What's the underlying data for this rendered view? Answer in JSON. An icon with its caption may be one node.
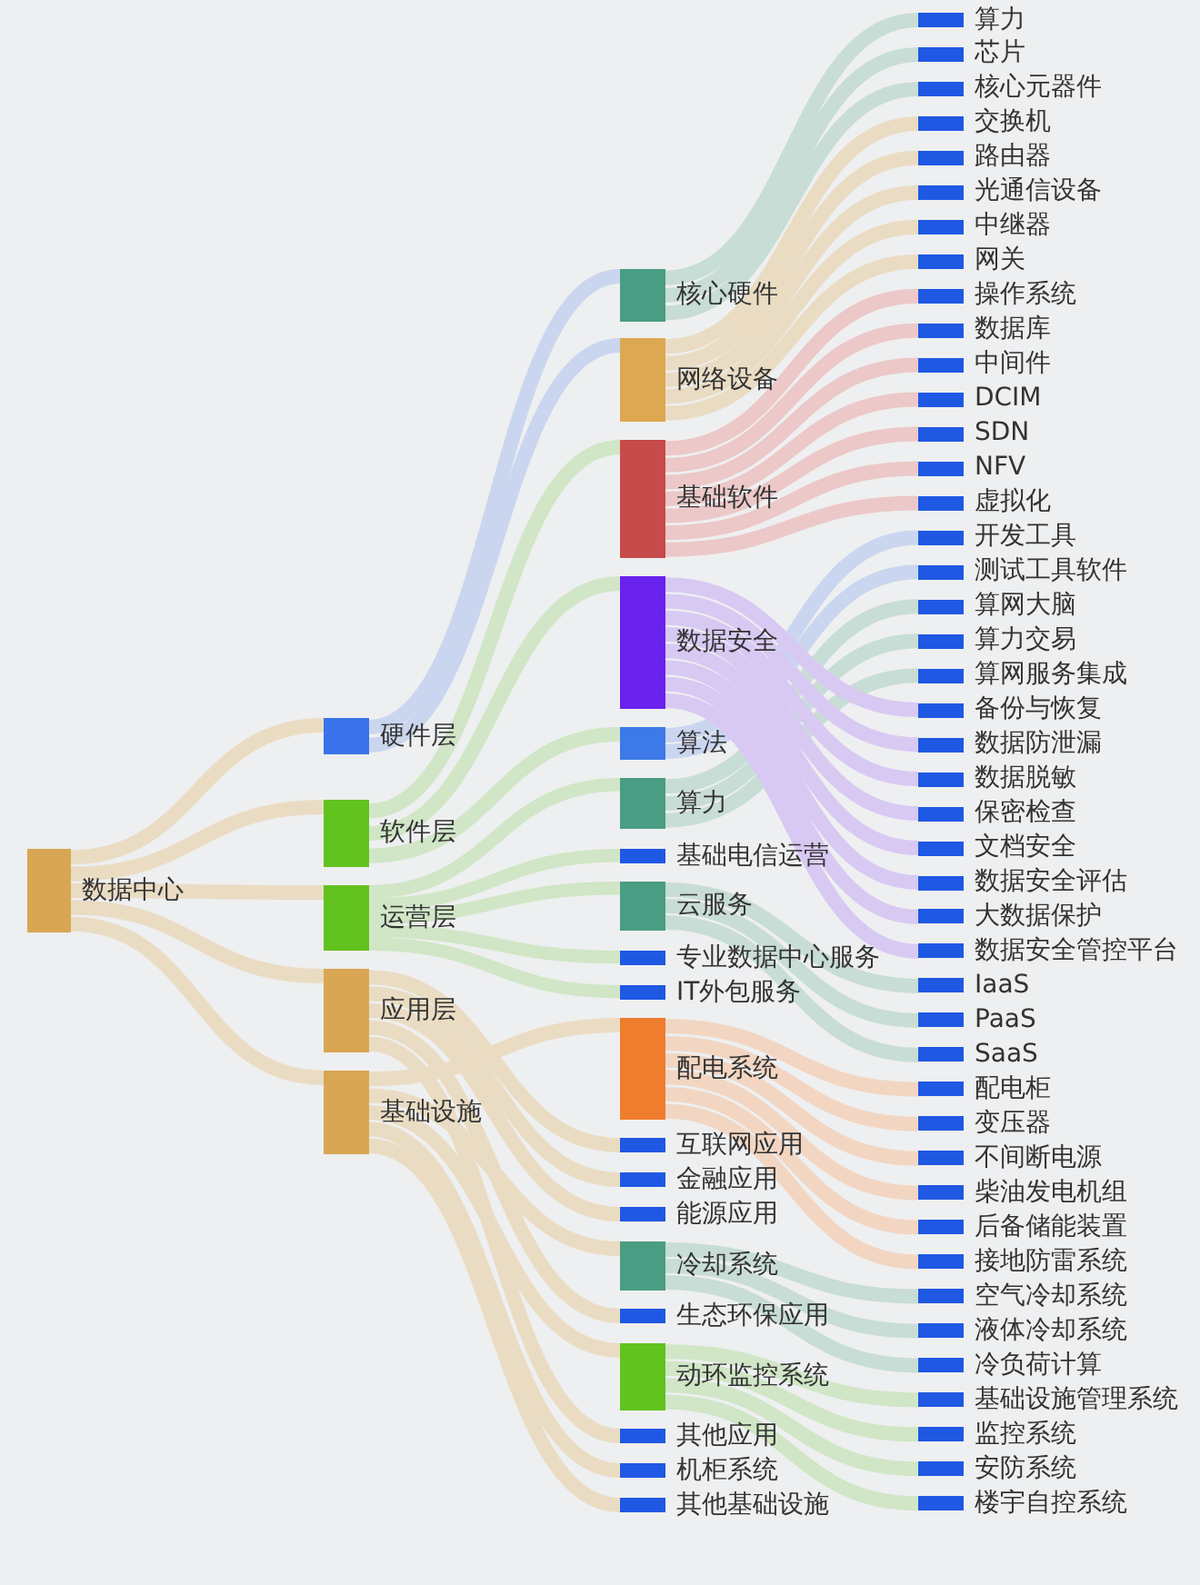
{
  "diagram": {
    "nodes": [
      {
        "text": [
          "数据中心"
        ]
      },
      {
        "text": [
          "硬件层"
        ]
      },
      {
        "text": [
          "软件层"
        ]
      },
      {
        "text": [
          "运营层"
        ]
      },
      {
        "text": [
          "应用层"
        ]
      },
      {
        "text": [
          "基础设施"
        ]
      },
      {
        "text": [
          "核心硬件"
        ]
      },
      {
        "text": [
          "网络设备"
        ]
      },
      {
        "text": [
          "基础软件"
        ]
      },
      {
        "text": [
          "数据安全"
        ]
      },
      {
        "text": [
          "算法"
        ]
      },
      {
        "text": [
          "算力"
        ]
      },
      {
        "text": [
          "基础电信运营"
        ]
      },
      {
        "text": [
          "云服务"
        ]
      },
      {
        "text": [
          "专业数据中心服务"
        ]
      },
      {
        "text": [
          "IT外包服务"
        ]
      },
      {
        "text": [
          "配电系统"
        ]
      },
      {
        "text": [
          "互联网应用"
        ]
      },
      {
        "text": [
          "金融应用"
        ]
      },
      {
        "text": [
          "能源应用"
        ]
      },
      {
        "text": [
          "冷却系统"
        ]
      },
      {
        "text": [
          "生态环保应用"
        ]
      },
      {
        "text": [
          "动环监控系统"
        ]
      },
      {
        "text": [
          "其他应用"
        ]
      },
      {
        "text": [
          "机柜系统"
        ]
      },
      {
        "text": [
          "其他基础设施"
        ]
      },
      {
        "text": [
          "算力"
        ]
      },
      {
        "text": [
          "芯片"
        ]
      },
      {
        "text": [
          "核心元器件"
        ]
      },
      {
        "text": [
          "交换机"
        ]
      },
      {
        "text": [
          "路由器"
        ]
      },
      {
        "text": [
          "光通信设备"
        ]
      },
      {
        "text": [
          "中继器"
        ]
      },
      {
        "text": [
          "网关"
        ]
      },
      {
        "text": [
          "操作系统"
        ]
      },
      {
        "text": [
          "数据库"
        ]
      },
      {
        "text": [
          "中间件"
        ]
      },
      {
        "text": [
          "DCIM"
        ]
      },
      {
        "text": [
          "SDN"
        ]
      },
      {
        "text": [
          "NFV"
        ]
      },
      {
        "text": [
          "虚拟化"
        ]
      },
      {
        "text": [
          "开发工具"
        ]
      },
      {
        "text": [
          "测试工具软件"
        ]
      },
      {
        "text": [
          "算网大脑"
        ]
      },
      {
        "text": [
          "算力交易"
        ]
      },
      {
        "text": [
          "算网服务集成"
        ]
      },
      {
        "text": [
          "备份与恢复"
        ]
      },
      {
        "text": [
          "数据防泄漏"
        ]
      },
      {
        "text": [
          "数据脱敏"
        ]
      },
      {
        "text": [
          "保密检查"
        ]
      },
      {
        "text": [
          "文档安全"
        ]
      },
      {
        "text": [
          "数据安全评估"
        ]
      },
      {
        "text": [
          "大数据保护"
        ]
      },
      {
        "text": [
          "数据安全管控平台"
        ]
      },
      {
        "text": [
          "IaaS"
        ]
      },
      {
        "text": [
          "PaaS"
        ]
      },
      {
        "text": [
          "SaaS"
        ]
      },
      {
        "text": [
          "配电柜"
        ]
      },
      {
        "text": [
          "变压器"
        ]
      },
      {
        "text": [
          "不间断电源"
        ]
      },
      {
        "text": [
          "柴油发电机组"
        ]
      },
      {
        "text": [
          "后备储能装置"
        ]
      },
      {
        "text": [
          "接地防雷系统"
        ]
      },
      {
        "text": [
          "空气冷却系统"
        ]
      },
      {
        "text": [
          "液体冷却系统"
        ]
      },
      {
        "text": [
          "冷负荷计算"
        ]
      },
      {
        "text": [
          "基础设施管理系统"
        ]
      },
      {
        "text": [
          "监控系统"
        ]
      },
      {
        "text": [
          "安防系统"
        ]
      },
      {
        "text": [
          "楼宇自控系统"
        ]
      }
    ],
    "edges": [
      {
        "from": 0,
        "to": 1,
        "arrow": "none"
      },
      {
        "from": 0,
        "to": 2,
        "arrow": "none"
      },
      {
        "from": 0,
        "to": 3,
        "arrow": "none"
      },
      {
        "from": 0,
        "to": 4,
        "arrow": "none"
      },
      {
        "from": 0,
        "to": 5,
        "arrow": "none"
      },
      {
        "from": 1,
        "to": 6,
        "arrow": "none",
        "color": "#cad6ef"
      },
      {
        "from": 1,
        "to": 7,
        "arrow": "none",
        "color": "#cad6ef"
      },
      {
        "from": 2,
        "to": 8,
        "arrow": "none",
        "color": "#d0e6c6"
      },
      {
        "from": 2,
        "to": 9,
        "arrow": "none",
        "color": "#d0e6c6"
      },
      {
        "from": 2,
        "to": 10,
        "arrow": "none",
        "color": "#d0e6c6"
      },
      {
        "from": 3,
        "to": 11,
        "arrow": "none",
        "color": "#d0e6c6"
      },
      {
        "from": 3,
        "to": 12,
        "arrow": "none",
        "color": "#d0e6c6"
      },
      {
        "from": 3,
        "to": 13,
        "arrow": "none",
        "color": "#d0e6c6"
      },
      {
        "from": 3,
        "to": 14,
        "arrow": "none",
        "color": "#d0e6c6"
      },
      {
        "from": 3,
        "to": 15,
        "arrow": "none",
        "color": "#d0e6c6"
      },
      {
        "from": 4,
        "to": 17,
        "arrow": "none"
      },
      {
        "from": 4,
        "to": 18,
        "arrow": "none"
      },
      {
        "from": 4,
        "to": 19,
        "arrow": "none"
      },
      {
        "from": 4,
        "to": 21,
        "arrow": "none"
      },
      {
        "from": 4,
        "to": 23,
        "arrow": "none"
      },
      {
        "from": 5,
        "to": 16,
        "arrow": "none"
      },
      {
        "from": 5,
        "to": 20,
        "arrow": "none"
      },
      {
        "from": 5,
        "to": 22,
        "arrow": "none"
      },
      {
        "from": 5,
        "to": 24,
        "arrow": "none"
      },
      {
        "from": 5,
        "to": 25,
        "arrow": "none"
      },
      {
        "from": 6,
        "to": 26,
        "arrow": "none",
        "color": "#c8ddd5"
      },
      {
        "from": 6,
        "to": 27,
        "arrow": "none",
        "color": "#c8ddd5"
      },
      {
        "from": 6,
        "to": 28,
        "arrow": "none",
        "color": "#c8ddd5"
      },
      {
        "from": 7,
        "to": 29,
        "arrow": "none"
      },
      {
        "from": 7,
        "to": 30,
        "arrow": "none"
      },
      {
        "from": 7,
        "to": 31,
        "arrow": "none"
      },
      {
        "from": 7,
        "to": 32,
        "arrow": "none"
      },
      {
        "from": 7,
        "to": 33,
        "arrow": "none"
      },
      {
        "from": 8,
        "to": 34,
        "arrow": "none",
        "color": "#ecc8c8"
      },
      {
        "from": 8,
        "to": 35,
        "arrow": "none",
        "color": "#ecc8c8"
      },
      {
        "from": 8,
        "to": 36,
        "arrow": "none",
        "color": "#ecc8c8"
      },
      {
        "from": 8,
        "to": 37,
        "arrow": "none",
        "color": "#ecc8c8"
      },
      {
        "from": 8,
        "to": 38,
        "arrow": "none",
        "color": "#ecc8c8"
      },
      {
        "from": 8,
        "to": 39,
        "arrow": "none",
        "color": "#ecc8c8"
      },
      {
        "from": 8,
        "to": 40,
        "arrow": "none",
        "color": "#ecc8c8"
      },
      {
        "from": 10,
        "to": 41,
        "arrow": "none",
        "color": "#cad6ef"
      },
      {
        "from": 10,
        "to": 42,
        "arrow": "none",
        "color": "#cad6ef"
      },
      {
        "from": 11,
        "to": 43,
        "arrow": "none",
        "color": "#c8ddd5"
      },
      {
        "from": 11,
        "to": 44,
        "arrow": "none",
        "color": "#c8ddd5"
      },
      {
        "from": 11,
        "to": 45,
        "arrow": "none",
        "color": "#c8ddd5"
      },
      {
        "from": 9,
        "to": 46,
        "arrow": "none",
        "color": "#d8c9f3"
      },
      {
        "from": 9,
        "to": 47,
        "arrow": "none",
        "color": "#d8c9f3"
      },
      {
        "from": 9,
        "to": 48,
        "arrow": "none",
        "color": "#d8c9f3"
      },
      {
        "from": 9,
        "to": 49,
        "arrow": "none",
        "color": "#d8c9f3"
      },
      {
        "from": 9,
        "to": 50,
        "arrow": "none",
        "color": "#d8c9f3"
      },
      {
        "from": 9,
        "to": 51,
        "arrow": "none",
        "color": "#d8c9f3"
      },
      {
        "from": 9,
        "to": 52,
        "arrow": "none",
        "color": "#d8c9f3"
      },
      {
        "from": 9,
        "to": 53,
        "arrow": "none",
        "color": "#d8c9f3"
      },
      {
        "from": 13,
        "to": 54,
        "arrow": "none",
        "color": "#c8ddd5"
      },
      {
        "from": 13,
        "to": 55,
        "arrow": "none",
        "color": "#c8ddd5"
      },
      {
        "from": 13,
        "to": 56,
        "arrow": "none",
        "color": "#c8ddd5"
      },
      {
        "from": 16,
        "to": 57,
        "arrow": "none",
        "color": "#f2d6c2"
      },
      {
        "from": 16,
        "to": 58,
        "arrow": "none",
        "color": "#f2d6c2"
      },
      {
        "from": 16,
        "to": 59,
        "arrow": "none",
        "color": "#f2d6c2"
      },
      {
        "from": 16,
        "to": 60,
        "arrow": "none",
        "color": "#f2d6c2"
      },
      {
        "from": 16,
        "to": 61,
        "arrow": "none",
        "color": "#f2d6c2"
      },
      {
        "from": 16,
        "to": 62,
        "arrow": "none",
        "color": "#f2d6c2"
      },
      {
        "from": 20,
        "to": 63,
        "arrow": "none",
        "color": "#c8ddd5"
      },
      {
        "from": 20,
        "to": 64,
        "arrow": "none",
        "color": "#c8ddd5"
      },
      {
        "from": 20,
        "to": 65,
        "arrow": "none",
        "color": "#c8ddd5"
      },
      {
        "from": 22,
        "to": 66,
        "arrow": "none",
        "color": "#d0e6c6"
      },
      {
        "from": 22,
        "to": 67,
        "arrow": "none",
        "color": "#d0e6c6"
      },
      {
        "from": 22,
        "to": 68,
        "arrow": "none",
        "color": "#d0e6c6"
      },
      {
        "from": 22,
        "to": 69,
        "arrow": "none",
        "color": "#d0e6c6"
      }
    ]
  }
}
